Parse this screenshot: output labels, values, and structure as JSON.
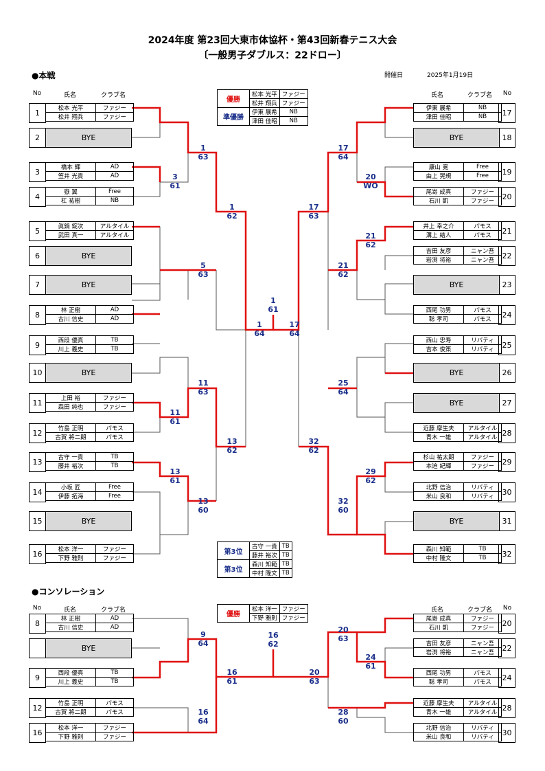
{
  "title1": "2024年度 第23回大東市体協杯・第43回新春テニス大会",
  "title2": "〔一般男子ダブルス：22ドロー〕",
  "main_label": "●本戦",
  "cons_label": "●コンソレーション",
  "date_label": "開催日",
  "date_value": "2025年1月19日",
  "hdr": {
    "no": "No",
    "name": "氏名",
    "club": "クラブ名"
  },
  "bye": "BYE",
  "main_left": [
    {
      "no": "1",
      "p": [
        [
          "松本 光平",
          "ファジー"
        ],
        [
          "松井 翔兵",
          "ファジー"
        ]
      ]
    },
    {
      "no": "2",
      "bye": true
    },
    {
      "no": "3",
      "p": [
        [
          "橋本 輝",
          "AD"
        ],
        [
          "笠井 光貴",
          "AD"
        ]
      ]
    },
    {
      "no": "4",
      "p": [
        [
          "嶽 翼",
          "Free"
        ],
        [
          "杠 祐樹",
          "NB"
        ]
      ]
    },
    {
      "no": "5",
      "p": [
        [
          "眞鍋 錠次",
          "アルタイル"
        ],
        [
          "武田 真一",
          "アルタイル"
        ]
      ]
    },
    {
      "no": "6",
      "bye": true
    },
    {
      "no": "7",
      "bye": true
    },
    {
      "no": "8",
      "p": [
        [
          "林 正樹",
          "AD"
        ],
        [
          "古川 信史",
          "AD"
        ]
      ]
    },
    {
      "no": "9",
      "p": [
        [
          "西段 優真",
          "TB"
        ],
        [
          "川上 義史",
          "TB"
        ]
      ]
    },
    {
      "no": "10",
      "bye": true
    },
    {
      "no": "11",
      "p": [
        [
          "上田 裕",
          "ファジー"
        ],
        [
          "森田 純也",
          "ファジー"
        ]
      ]
    },
    {
      "no": "12",
      "p": [
        [
          "竹島 正明",
          "パモス"
        ],
        [
          "古賀 將二朗",
          "パモス"
        ]
      ]
    },
    {
      "no": "13",
      "p": [
        [
          "古守 一貴",
          "TB"
        ],
        [
          "藤井 裕次",
          "TB"
        ]
      ]
    },
    {
      "no": "14",
      "p": [
        [
          "小坂 匠",
          "Free"
        ],
        [
          "伊藤 拓海",
          "Free"
        ]
      ]
    },
    {
      "no": "15",
      "bye": true
    },
    {
      "no": "16",
      "p": [
        [
          "松本 洋一",
          "ファジー"
        ],
        [
          "下野 雅則",
          "ファジー"
        ]
      ]
    }
  ],
  "main_right": [
    {
      "no": "17",
      "p": [
        [
          "伊東 展希",
          "NB"
        ],
        [
          "津田 佳昭",
          "NB"
        ]
      ]
    },
    {
      "no": "18",
      "bye": true
    },
    {
      "no": "19",
      "p": [
        [
          "康山 寛",
          "Free"
        ],
        [
          "由上 晃規",
          "Free"
        ]
      ]
    },
    {
      "no": "20",
      "p": [
        [
          "尾嵜 成真",
          "ファジー"
        ],
        [
          "石川 凱",
          "ファジー"
        ]
      ]
    },
    {
      "no": "21",
      "p": [
        [
          "井上 幸之介",
          "パモス"
        ],
        [
          "溝上 結人",
          "パモス"
        ]
      ]
    },
    {
      "no": "22",
      "p": [
        [
          "吉田 友彦",
          "ニャン吾"
        ],
        [
          "岩渕 将裕",
          "ニャン吾"
        ]
      ]
    },
    {
      "no": "23",
      "bye": true
    },
    {
      "no": "24",
      "p": [
        [
          "西尾 功男",
          "パモス"
        ],
        [
          "聡 孝司",
          "パモス"
        ]
      ]
    },
    {
      "no": "25",
      "p": [
        [
          "西山 忠寿",
          "リバティ"
        ],
        [
          "吉本 俊策",
          "リバティ"
        ]
      ]
    },
    {
      "no": "26",
      "bye": true
    },
    {
      "no": "27",
      "bye": true
    },
    {
      "no": "28",
      "p": [
        [
          "近藤 摩生夫",
          "アルタイル"
        ],
        [
          "青木 一雄",
          "アルタイル"
        ]
      ]
    },
    {
      "no": "29",
      "p": [
        [
          "杉山 祐太朗",
          "ファジー"
        ],
        [
          "本迫 紀輝",
          "ファジー"
        ]
      ]
    },
    {
      "no": "30",
      "p": [
        [
          "北野 信治",
          "リバティ"
        ],
        [
          "米山 良和",
          "リバティ"
        ]
      ]
    },
    {
      "no": "31",
      "bye": true
    },
    {
      "no": "32",
      "p": [
        [
          "森川 知範",
          "TB"
        ],
        [
          "中村 隆文",
          "TB"
        ]
      ]
    }
  ],
  "results_main": [
    {
      "w": "1",
      "s": "63"
    },
    {
      "w": "3",
      "s": "61"
    },
    {
      "w": "1",
      "s": "62"
    },
    {
      "w": "5",
      "s": "63"
    },
    {
      "w": "11",
      "s": "63"
    },
    {
      "w": "11",
      "s": "61"
    },
    {
      "w": "13",
      "s": "61"
    },
    {
      "w": "13",
      "s": "60"
    },
    {
      "w": "13",
      "s": "62"
    },
    {
      "w": "1",
      "s": "64"
    },
    {
      "w": "1",
      "s": "61"
    },
    {
      "w": "17",
      "s": "64"
    },
    {
      "w": "17",
      "s": "64"
    },
    {
      "w": "20",
      "s": "WO"
    },
    {
      "w": "17",
      "s": "63"
    },
    {
      "w": "21",
      "s": "62"
    },
    {
      "w": "21",
      "s": "62"
    },
    {
      "w": "25",
      "s": "64"
    },
    {
      "w": "29",
      "s": "62"
    },
    {
      "w": "32",
      "s": "62"
    },
    {
      "w": "32",
      "s": "60"
    }
  ],
  "winner_box": {
    "label1": "優勝",
    "label2": "準優勝",
    "rows": [
      [
        "松本 光平",
        "ファジー"
      ],
      [
        "松井 翔兵",
        "ファジー"
      ],
      [
        "伊東 展希",
        "NB"
      ],
      [
        "津田 佳昭",
        "NB"
      ]
    ]
  },
  "third_box": {
    "label": "第3位",
    "rows": [
      [
        "古守 一貴",
        "TB"
      ],
      [
        "藤井 裕次",
        "TB"
      ],
      [
        "森川 知範",
        "TB"
      ],
      [
        "中村 隆文",
        "TB"
      ]
    ]
  },
  "cons_left": [
    {
      "no": "8",
      "p": [
        [
          "林 正樹",
          "AD"
        ],
        [
          "古川 信史",
          "AD"
        ]
      ]
    },
    {
      "no": "",
      "bye": true
    },
    {
      "no": "9",
      "p": [
        [
          "西段 優真",
          "TB"
        ],
        [
          "川上 義史",
          "TB"
        ]
      ]
    },
    {
      "no": "12",
      "p": [
        [
          "竹島 正明",
          "パモス"
        ],
        [
          "古賀 將二朗",
          "パモス"
        ]
      ]
    },
    {
      "no": "16",
      "p": [
        [
          "松本 洋一",
          "ファジー"
        ],
        [
          "下野 雅則",
          "ファジー"
        ]
      ]
    }
  ],
  "cons_right": [
    {
      "no": "20",
      "p": [
        [
          "尾嵜 成真",
          "ファジー"
        ],
        [
          "石川 凱",
          "ファジー"
        ]
      ]
    },
    {
      "no": "22",
      "p": [
        [
          "吉田 友彦",
          "ニャン吾"
        ],
        [
          "岩渕 将裕",
          "ニャン吾"
        ]
      ]
    },
    {
      "no": "24",
      "p": [
        [
          "西尾 功男",
          "パモス"
        ],
        [
          "聡 孝司",
          "パモス"
        ]
      ]
    },
    {
      "no": "28",
      "p": [
        [
          "近藤 摩生夫",
          "アルタイル"
        ],
        [
          "青木 一雄",
          "アルタイル"
        ]
      ]
    },
    {
      "no": "30",
      "p": [
        [
          "北野 信治",
          "リバティ"
        ],
        [
          "米山 良和",
          "リバティ"
        ]
      ]
    }
  ],
  "cons_winner": {
    "label": "優勝",
    "rows": [
      [
        "松本 洋一",
        "ファジー"
      ],
      [
        "下野 雅則",
        "ファジー"
      ]
    ]
  },
  "results_cons": [
    {
      "w": "9",
      "s": "64"
    },
    {
      "w": "16",
      "s": "64"
    },
    {
      "w": "16",
      "s": "61"
    },
    {
      "w": "16",
      "s": "62"
    },
    {
      "w": "20",
      "s": "63"
    },
    {
      "w": "20",
      "s": "63"
    },
    {
      "w": "24",
      "s": "61"
    },
    {
      "w": "28",
      "s": "60"
    }
  ]
}
